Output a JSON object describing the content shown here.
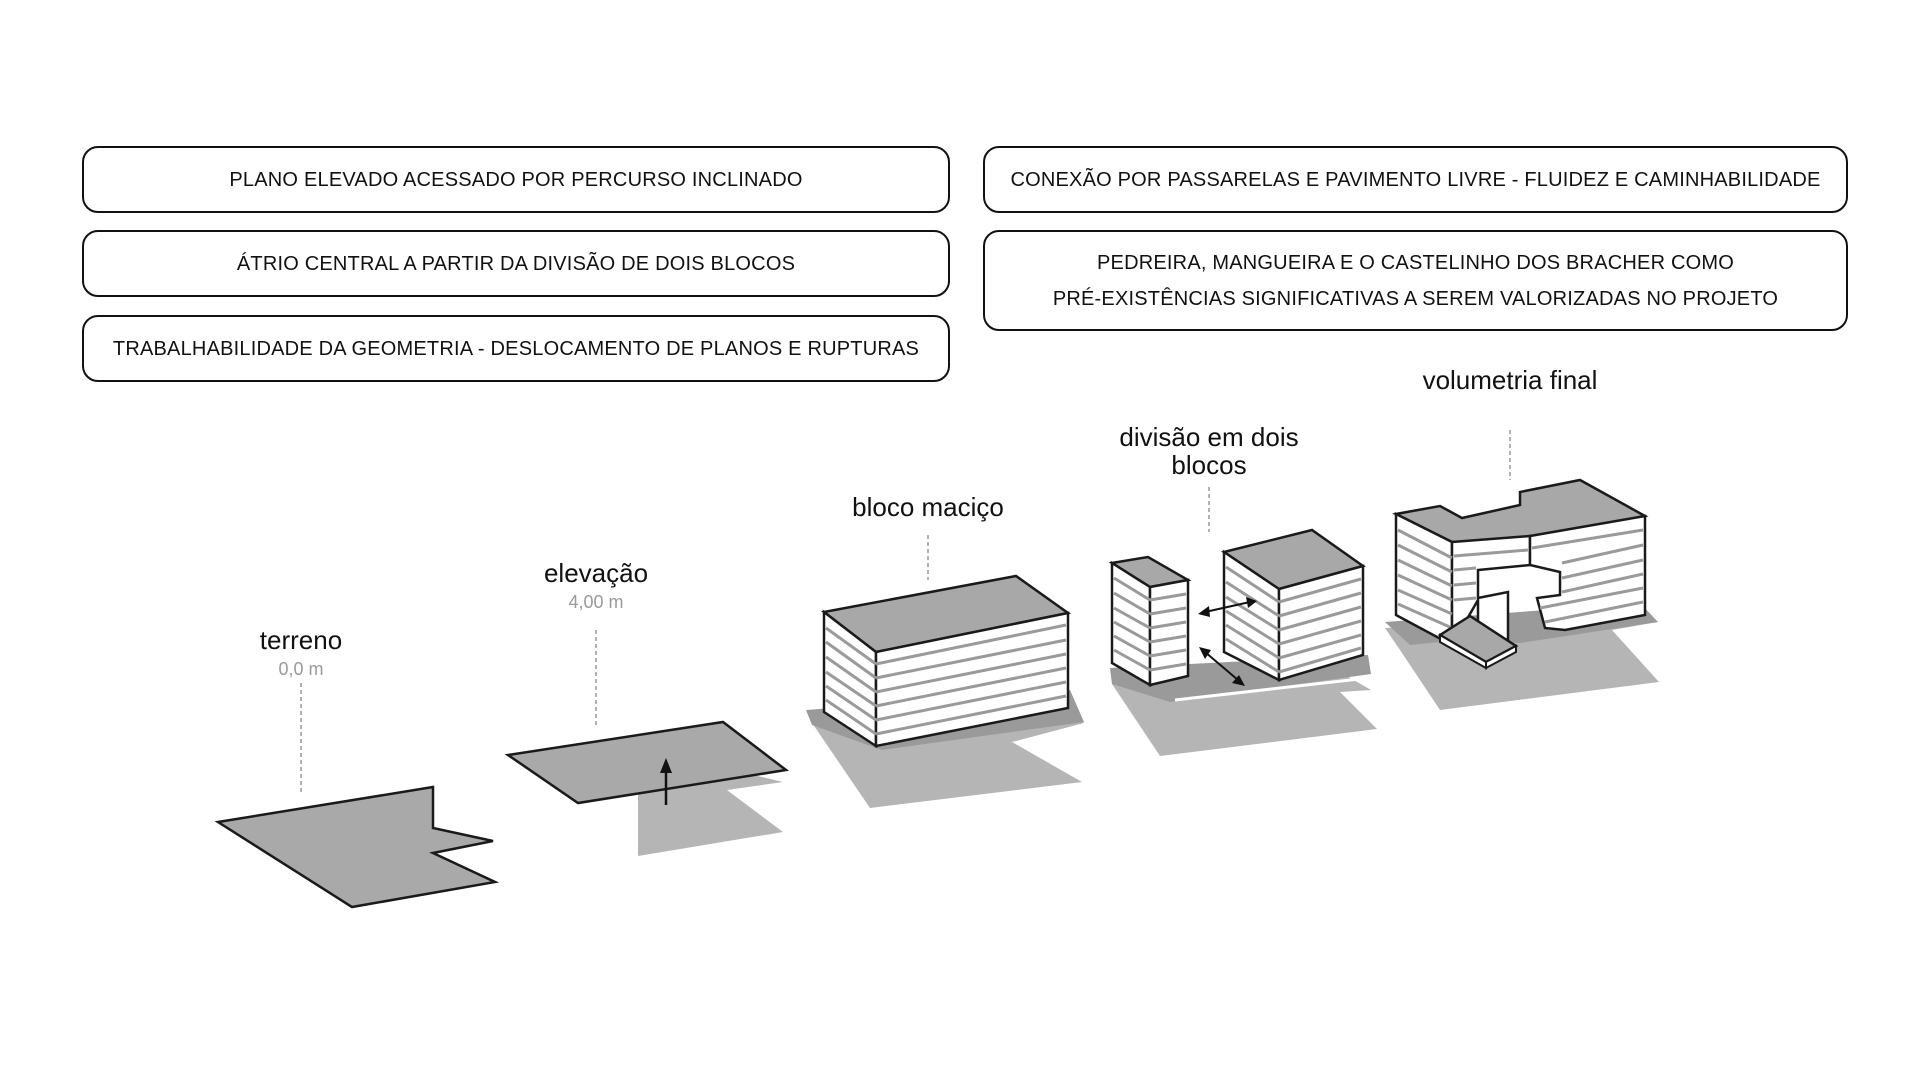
{
  "boxes": {
    "left": [
      "PLANO ELEVADO ACESSADO POR PERCURSO INCLINADO",
      "ÁTRIO CENTRAL A PARTIR DA DIVISÃO DE DOIS BLOCOS",
      "TRABALHABILIDADE DA GEOMETRIA - DESLOCAMENTO DE PLANOS E RUPTURAS"
    ],
    "right": [
      "CONEXÃO POR PASSARELAS E PAVIMENTO LIVRE - FLUIDEZ E CAMINHABILIDADE",
      "PEDREIRA,  MANGUEIRA E O CASTELINHO DOS BRACHER COMO",
      "PRÉ-EXISTÊNCIAS SIGNIFICATIVAS A SEREM VALORIZADAS NO PROJETO"
    ]
  },
  "stages": [
    {
      "label": "terreno",
      "sublabel": "0,0 m"
    },
    {
      "label": "elevação",
      "sublabel": "4,00 m"
    },
    {
      "label": "bloco maciço"
    },
    {
      "label_line1": "divisão em dois",
      "label_line2": "blocos"
    },
    {
      "label": "volumetria final"
    }
  ],
  "colors": {
    "ground": "#a9a9a9",
    "shadow": "#b5b5b5",
    "block_face": "#ffffff",
    "block_top": "#a8a8a8",
    "stroke": "#1a1a1a",
    "leader": "#999999"
  }
}
